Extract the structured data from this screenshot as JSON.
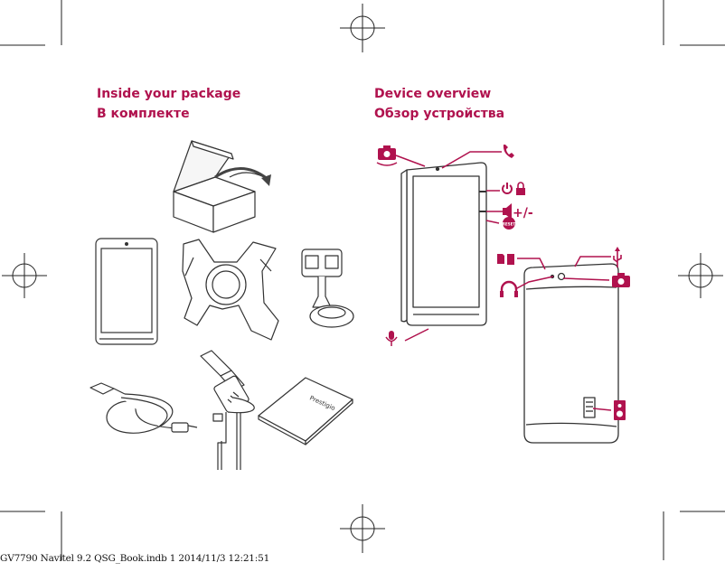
{
  "left_section": {
    "title_en": "Inside your package",
    "title_ru": "В комплекте"
  },
  "right_section": {
    "title_en": "Device overview",
    "title_ru": "Обзор устройства",
    "volume_label": "+/-",
    "reset_label": "RESET"
  },
  "package_items": {
    "booklet_brand": "Prestigio"
  },
  "print_slug": "GV7790 Navitel 9.2 QSG_Book.indb   1     2014/11/3   12:21:51",
  "colors": {
    "accent": "#b0124e",
    "line": "#333333"
  },
  "icons": [
    "camera-rotate-icon",
    "phone-icon",
    "power-icon",
    "lock-icon",
    "volume-icon",
    "reset-icon",
    "microphone-icon",
    "sim-sd-icon",
    "usb-icon",
    "headphones-icon",
    "camera-icon",
    "speaker-icon"
  ]
}
